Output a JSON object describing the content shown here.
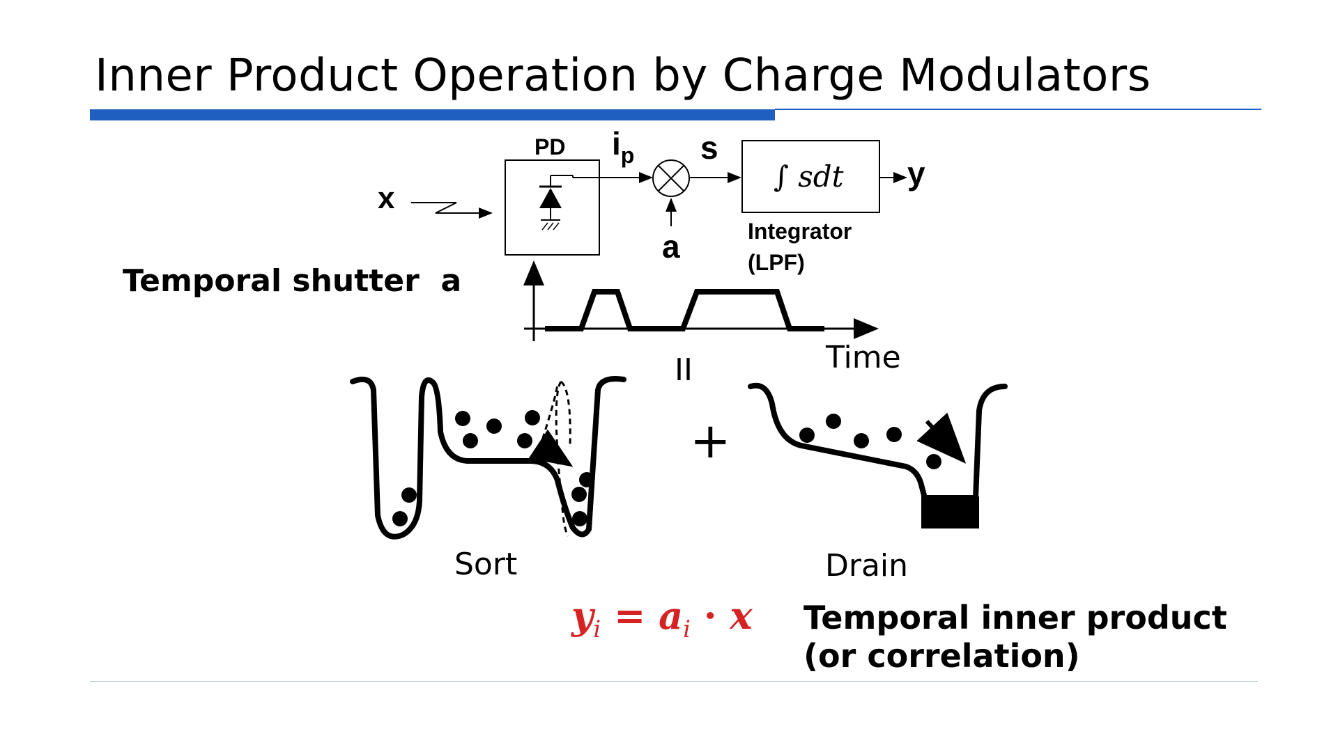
{
  "title": "Inner Product Operation by Charge Modulators",
  "block_diagram": {
    "input_label": "x",
    "pd_label": "PD",
    "current_label": "i",
    "current_sub": "p",
    "signal_label": "s",
    "modulation_label": "a",
    "integrator_expr": "∫ sdt",
    "integrator_label": "Integrator",
    "integrator_sub": "(LPF)",
    "output_label": "y"
  },
  "shutter": {
    "label": "Temporal shutter  a",
    "time_label": "Time",
    "equals_symbol": "II"
  },
  "wells": {
    "sort_label": "Sort",
    "plus_symbol": "+",
    "drain_label": "Drain"
  },
  "formula": {
    "y": "y",
    "y_sub": "i",
    "equals": " = ",
    "a": "a",
    "a_sub": "i",
    "dot": " · ",
    "x": "x"
  },
  "description": {
    "line1": "Temporal inner product",
    "line2": "(or correlation)"
  },
  "colors": {
    "accent": "#1f5fbf",
    "formula": "#d62222"
  }
}
